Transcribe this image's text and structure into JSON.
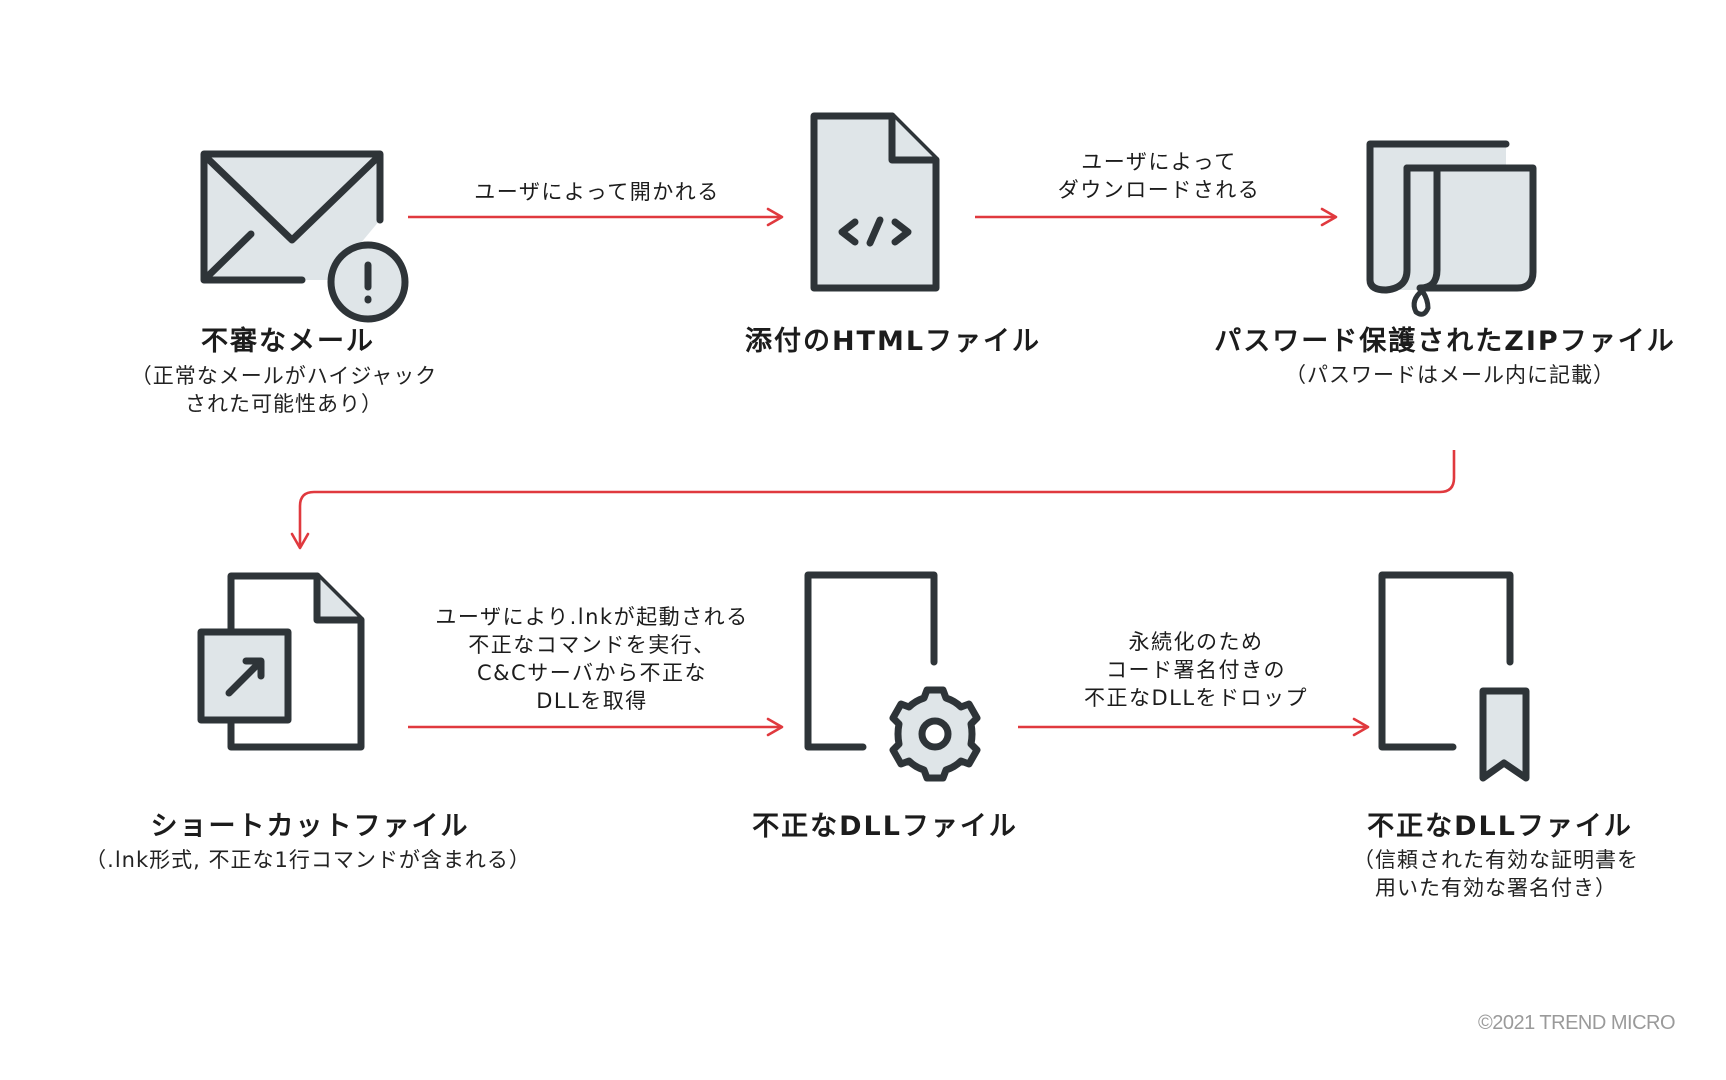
{
  "colors": {
    "stroke": "#2e3438",
    "fill": "#dfe5e8",
    "arrow": "#e0393e",
    "copyright": "#9a9a9a"
  },
  "nodes": [
    {
      "id": "email",
      "icon": "envelope-warning-icon",
      "title": "不審なメール",
      "subtitle": [
        "（正常なメールがハイジャック",
        "された可能性あり）"
      ]
    },
    {
      "id": "html",
      "icon": "html-file-icon",
      "title": "添付のHTMLファイル",
      "subtitle": []
    },
    {
      "id": "zip",
      "icon": "zip-archive-icon",
      "title": "パスワード保護されたZIPファイル",
      "subtitle": [
        "（パスワードはメール内に記載）"
      ]
    },
    {
      "id": "shortcut",
      "icon": "shortcut-file-icon",
      "title": "ショートカットファイル",
      "subtitle": [
        "（.lnk形式, 不正な1行コマンドが含まれる）"
      ]
    },
    {
      "id": "dll1",
      "icon": "dll-gear-file-icon",
      "title": "不正なDLLファイル",
      "subtitle": []
    },
    {
      "id": "dll2",
      "icon": "signed-dll-file-icon",
      "title": "不正なDLLファイル",
      "subtitle": [
        "（信頼された有効な証明書を",
        "用いた有効な署名付き）"
      ]
    }
  ],
  "edges": [
    {
      "from": "email",
      "to": "html",
      "label": [
        "ユーザによって開かれる"
      ]
    },
    {
      "from": "html",
      "to": "zip",
      "label": [
        "ユーザによって",
        "ダウンロードされる"
      ]
    },
    {
      "from": "zip",
      "to": "shortcut",
      "label": []
    },
    {
      "from": "shortcut",
      "to": "dll1",
      "label": [
        "ユーザにより.lnkが起動される",
        "不正なコマンドを実行、",
        "C&Cサーバから不正な",
        "DLLを取得"
      ]
    },
    {
      "from": "dll1",
      "to": "dll2",
      "label": [
        "永続化のため",
        "コード署名付きの",
        "不正なDLLをドロップ"
      ]
    }
  ],
  "footer": {
    "copyright": "©2021 TREND MICRO"
  }
}
